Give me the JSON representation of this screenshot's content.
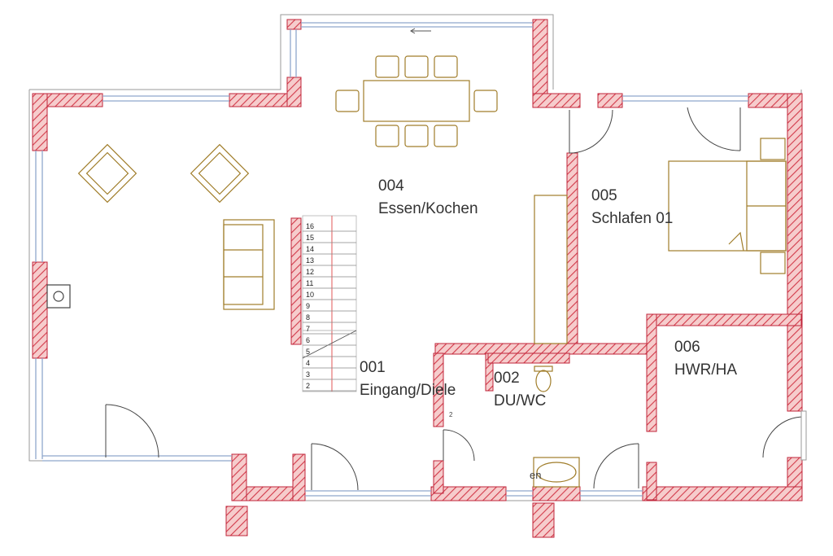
{
  "rooms": [
    {
      "number": "004",
      "name": "Essen/Kochen"
    },
    {
      "number": "005",
      "name": "Schlafen 01"
    },
    {
      "number": "006",
      "name": "HWR/HA"
    },
    {
      "number": "001",
      "name": "Eingang/Diele"
    },
    {
      "number": "002",
      "name": "DU/WC"
    }
  ],
  "stairs": {
    "steps": [
      "16",
      "15",
      "14",
      "13",
      "12",
      "11",
      "10",
      "9",
      "8",
      "7",
      "6",
      "5",
      "4",
      "3",
      "2"
    ]
  },
  "fixtures": {
    "washbasin_mark": "en",
    "wc_mark": "2"
  },
  "colors": {
    "wall_fill": "#f4c4c4",
    "wall_outline": "#c0243a",
    "furniture": "#a07d2a",
    "window": "#9fb6d6",
    "line": "#7a7a7a"
  }
}
